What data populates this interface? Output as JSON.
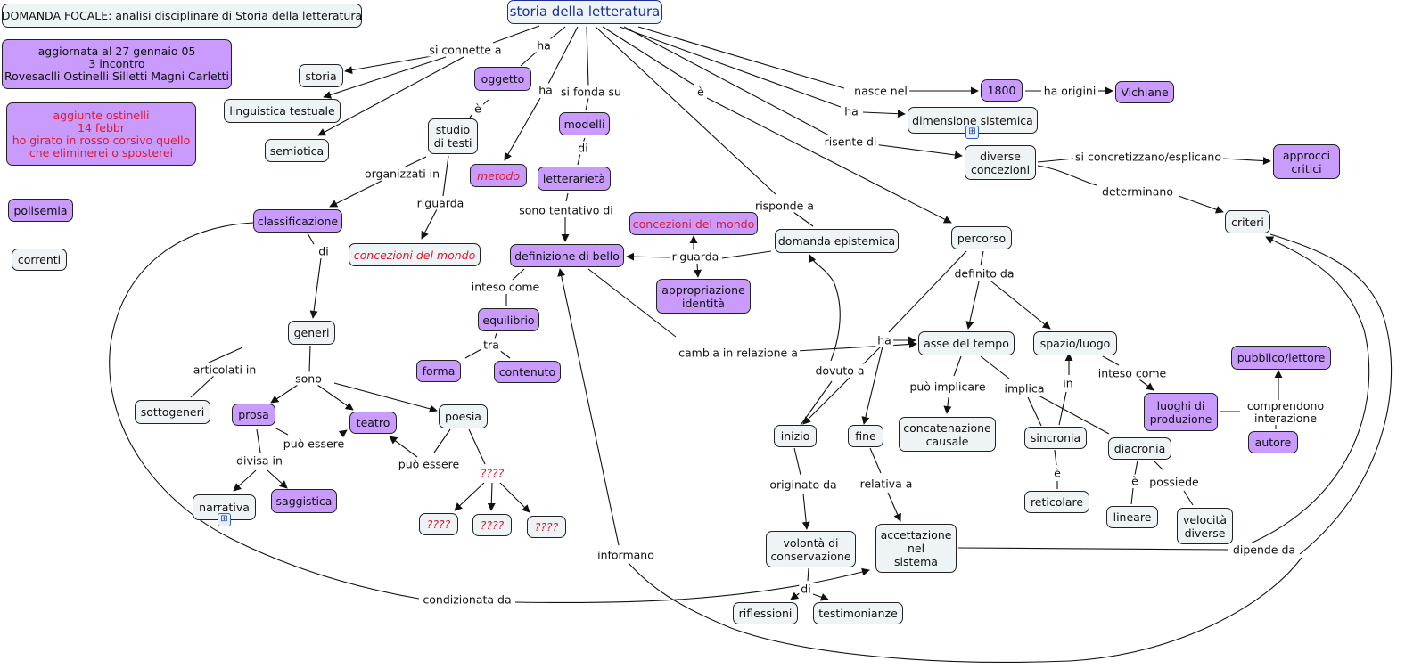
{
  "map_title": "DOMANDA FOCALE: analisi disciplinare di Storia della letteratura",
  "colors": {
    "concept_purple": "#c89bfc",
    "concept_plain": "#eef3f5",
    "root_text": "#1b2f9a",
    "highlight_red": "#e0182d",
    "line": "#111111",
    "submap_icon": "#2f64c4"
  },
  "notes": {
    "update": "aggiornata al 27 gennaio 05\n3 incontro\nRovesaclli Ostinelli Silletti Magni Carletti",
    "additions": "aggiunte ostinelli\n14 febbr\nho girato in rosso corsivo quello\nche eliminerei o sposterei"
  },
  "concepts": {
    "root": "storia della letteratura",
    "storia": "storia",
    "linguistica": "linguistica testuale",
    "semiotica": "semiotica",
    "oggetto": "oggetto",
    "studio": "studio\ndi testi",
    "metodo": "metodo",
    "modelli": "modelli",
    "letterarieta": "letterarietà",
    "classificazione": "classificazione",
    "concezioni_italic": "concezioni del mondo",
    "definizione": "definizione di bello",
    "concezioni_red": "concezioni del mondo",
    "appropriazione": "appropriazione\nidentità",
    "domanda": "domanda epistemica",
    "equilibrio": "equilibrio",
    "forma": "forma",
    "contenuto": "contenuto",
    "polisemia": "polisemia",
    "correnti": "correnti",
    "generi": "generi",
    "sottogeneri": "sottogeneri",
    "prosa": "prosa",
    "teatro": "teatro",
    "poesia": "poesia",
    "narrativa": "narrativa",
    "saggistica": "saggistica",
    "q1": "????",
    "q2": "????",
    "q3": "????",
    "anno": "1800",
    "vichiane": "Vichiane",
    "dimensione": "dimensione sistemica",
    "diverse": "diverse\nconcezioni",
    "approcci": "approcci\ncritici",
    "criteri": "criteri",
    "percorso": "percorso",
    "asse": "asse del tempo",
    "spazio": "spazio/luogo",
    "inizio": "inizio",
    "fine": "fine",
    "concatenazione": "concatenazione\ncausale",
    "sincronia": "sincronia",
    "diacronia": "diacronia",
    "reticolare": "reticolare",
    "lineare": "lineare",
    "velocita": "velocità\ndiverse",
    "luoghi": "luoghi di\nproduzione",
    "pubblico": "pubblico/lettore",
    "autore": "autore",
    "volonta": "volontà di\nconservazione",
    "accettazione": "accettazione\nnel\nsistema",
    "riflessioni": "riflessioni",
    "testimonianze": "testimonianze"
  },
  "linking_phrases": {
    "si_connette": "si connette a",
    "ha_oggetto": "ha",
    "ha_metodo": "ha",
    "si_fonda": "si fonda su",
    "e_studio": "è",
    "di_modelli": "di",
    "organizzati": "organizzati in",
    "riguarda_studio": "riguarda",
    "sono_tentativo": "sono tentativo di",
    "di_class": "di",
    "inteso_come_def": "inteso come",
    "tra": "tra",
    "riguarda_dom": "riguarda",
    "risponde": "risponde a",
    "e_percorso": "è",
    "nasce": "nasce nel",
    "ha_origini": "ha origini",
    "ha_dim": "ha",
    "risente": "risente di",
    "si_concretizzano": "si concretizzano/esplicano",
    "determinano": "determinano",
    "definito": "definito da",
    "ha_percorso": "ha",
    "cambia": "cambia in relazione a",
    "dovuto": "dovuto a",
    "puo_implicare": "può implicare",
    "implica": "implica",
    "in": "in",
    "inteso_come_spazio": "inteso come",
    "comprendono": "comprendono\ninterazione",
    "e_sinc": "è",
    "e_diac": "è",
    "possiede": "possiede",
    "originato": "originato da",
    "relativa": "relativa a",
    "di_volonta": "di",
    "dipende": "dipende da",
    "informano": "informano",
    "condizionata": "condizionata da",
    "articolati": "articolati in",
    "sono_generi": "sono",
    "puo_essere_prosa": "può essere",
    "divisa": "divisa in",
    "puo_essere_poesia": "può essere",
    "qqqq": "????"
  },
  "icons": {
    "submap": "submap-icon"
  }
}
